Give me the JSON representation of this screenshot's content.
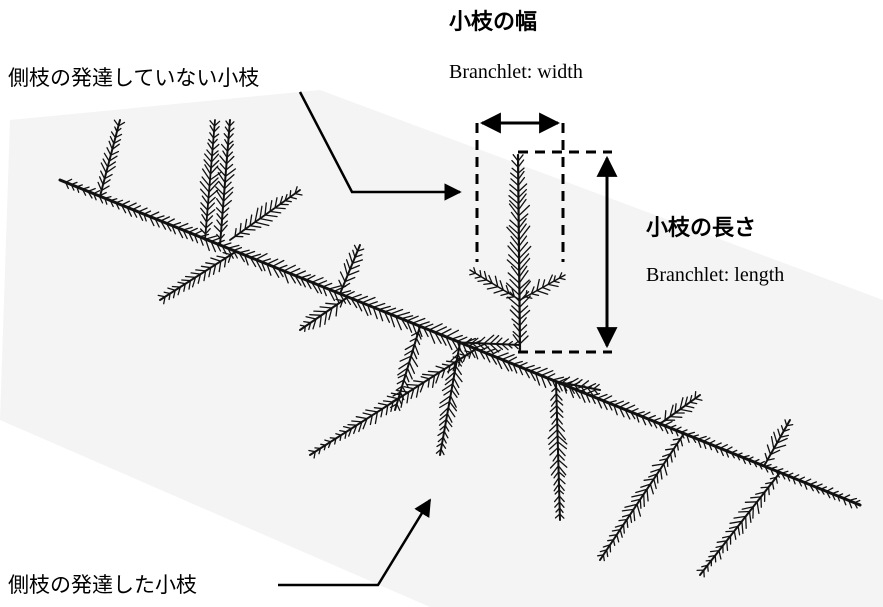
{
  "labels": {
    "branchlet_width_jp": "小枝の幅",
    "branchlet_width_en": "Branchlet: width",
    "branchlet_length_jp": "小枝の長さ",
    "branchlet_length_en": "Branchlet: length",
    "no_lateral_jp": "側枝の発達していない小枝",
    "with_lateral_jp": "側枝の発達した小枝"
  },
  "colors": {
    "ink": "#000000",
    "background": "#ffffff",
    "specimen_shadow": "#f3f3f3"
  }
}
